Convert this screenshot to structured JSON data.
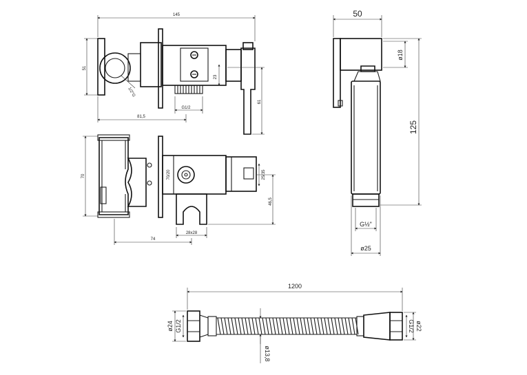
{
  "top_view": {
    "width_label": "145",
    "height_label": "51",
    "thread_label": "G1/2",
    "offset_label": "23",
    "depth_label": "81,5",
    "lever_label": "61",
    "rotated_thread_label": "1/2\"G"
  },
  "front_view": {
    "height_label": "70",
    "pipe_label": "70/20",
    "hole_label": "25/35",
    "holder_height_label": "46,5",
    "holder_width_label": "28x28",
    "length_label": "74"
  },
  "head_view": {
    "width_label": "50",
    "diameter_top_label": "ø18",
    "length_label": "125",
    "thread_label": "G½\"",
    "diameter_bottom_label": "ø25"
  },
  "hose_view": {
    "length_label": "1200",
    "left_thread_label": "G1/2",
    "left_diameter_label": "ø24",
    "right_thread_label": "G1/2",
    "right_diameter_label": "ø22",
    "hose_diameter_label": "ø13,8"
  }
}
